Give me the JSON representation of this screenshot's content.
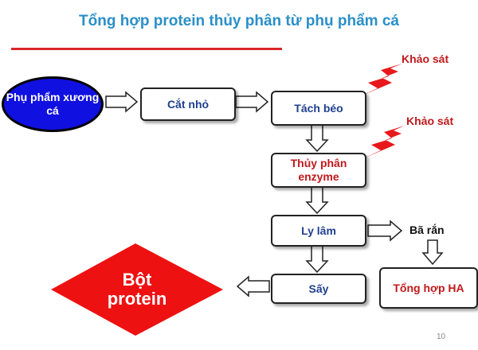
{
  "title": "Tổng hợp protein thủy phân từ phụ phẩm cá",
  "nodes": {
    "raw_material": "Phụ phẩm xương cá",
    "chop": "Cắt nhỏ",
    "degrease": "Tách béo",
    "hydrolysis": "Thủy phân enzyme",
    "centrifuge": "Ly lâm",
    "dry": "Sấy",
    "protein_powder": "Bột protein",
    "solid_residue": "Bã rắn",
    "synthesize_ha": "Tổng hợp HA"
  },
  "annotations": {
    "survey_1": "Khảo sát",
    "survey_2": "Khảo sát"
  },
  "page_number": "10",
  "colors": {
    "title": "#2a8fc8",
    "rule": "#d8262b",
    "node_text_blue": "#1f3f8f",
    "node_text_red": "#c0191c",
    "start_ellipse": "#1010e0",
    "product_diamond": "#ee1111",
    "lightning": "#e8191c"
  }
}
